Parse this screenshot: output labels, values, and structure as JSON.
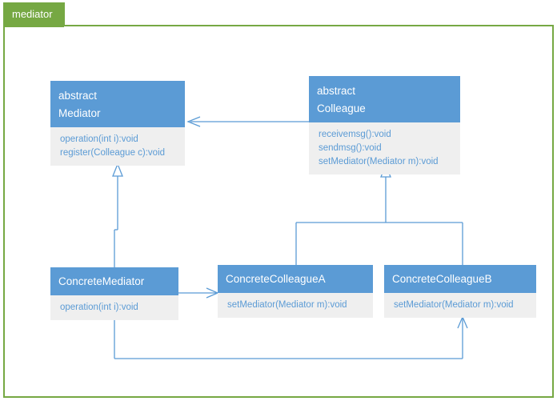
{
  "tab": {
    "label": "mediator"
  },
  "colors": {
    "tab_green": "#76a843",
    "class_header_blue": "#5b9bd5",
    "class_body_gray": "#efefef",
    "method_text_blue": "#5b9bd5",
    "connector_blue": "#5b9bd5",
    "canvas_white": "#ffffff"
  },
  "diagram": {
    "type": "uml-class-diagram",
    "title": "mediator",
    "classes": [
      {
        "id": "mediator",
        "stereotype": "abstract",
        "name": "Mediator",
        "methods": [
          "operation(int i):void",
          "register(Colleague c):void"
        ]
      },
      {
        "id": "colleague",
        "stereotype": "abstract",
        "name": "Colleague",
        "methods": [
          "receivemsg():void",
          "sendmsg():void",
          "setMediator(Mediator m):void"
        ]
      },
      {
        "id": "concrete-mediator",
        "stereotype": "",
        "name": "ConcreteMediator",
        "methods": [
          "operation(int i):void"
        ]
      },
      {
        "id": "concrete-colleague-a",
        "stereotype": "",
        "name": "ConcreteColleagueA",
        "methods": [
          "setMediator(Mediator m):void"
        ]
      },
      {
        "id": "concrete-colleague-b",
        "stereotype": "",
        "name": "ConcreteColleagueB",
        "methods": [
          "setMediator(Mediator m):void"
        ]
      }
    ],
    "relationships": [
      {
        "from": "colleague",
        "to": "mediator",
        "kind": "association"
      },
      {
        "from": "concrete-mediator",
        "to": "mediator",
        "kind": "generalization"
      },
      {
        "from": "concrete-colleague-a",
        "to": "colleague",
        "kind": "generalization"
      },
      {
        "from": "concrete-colleague-b",
        "to": "colleague",
        "kind": "generalization"
      },
      {
        "from": "concrete-mediator",
        "to": "concrete-colleague-a",
        "kind": "association"
      },
      {
        "from": "concrete-mediator",
        "to": "concrete-colleague-b",
        "kind": "association"
      }
    ]
  }
}
